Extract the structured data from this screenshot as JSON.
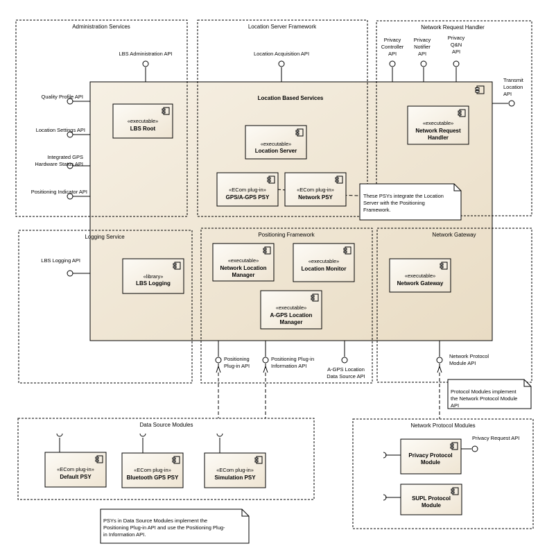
{
  "packages": {
    "admin": "Administration Services",
    "lsf": "Location Server Framework",
    "nrh": "Network Request Handler",
    "logging": "Logging Service",
    "posfw": "Positioning Framework",
    "netgw": "Network Gateway",
    "dsm": "Data Source Modules",
    "npm": "Network Protocol Modules"
  },
  "main_component": {
    "title": "Location Based Services"
  },
  "components": {
    "lbs_root": {
      "stereotype": "«executable»",
      "name": "LBS Root"
    },
    "location_server": {
      "stereotype": "«executable»",
      "name": "Location Server"
    },
    "network_request_handler": {
      "stereotype": "«executable»",
      "name_1": "Network Request",
      "name_2": "Handler"
    },
    "gps_psy": {
      "stereotype": "«ECom plug-in»",
      "name": "GPS/A-GPS PSY"
    },
    "network_psy": {
      "stereotype": "«ECom plug-in»",
      "name": "Network PSY"
    },
    "lbs_logging": {
      "stereotype": "«library»",
      "name": "LBS Logging"
    },
    "network_location_manager": {
      "stereotype": "«executable»",
      "name_1": "Network Location",
      "name_2": "Manager"
    },
    "location_monitor": {
      "stereotype": "«executable»",
      "name": "Location Monitor"
    },
    "agps_location_manager": {
      "stereotype": "«executable»",
      "name_1": "A-GPS Location",
      "name_2": "Manager"
    },
    "network_gateway": {
      "stereotype": "«executable»",
      "name": "Network Gateway"
    },
    "default_psy": {
      "stereotype": "«ECom plug-in»",
      "name": "Default PSY"
    },
    "bluetooth_gps_psy": {
      "stereotype": "«ECom plug-in»",
      "name": "Bluetooth GPS PSY"
    },
    "simulation_psy": {
      "stereotype": "«ECom plug-in»",
      "name": "Simulation PSY"
    },
    "privacy_protocol_module": {
      "name_1": "Privacy Protocol",
      "name_2": "Module"
    },
    "supl_protocol_module": {
      "name_1": "SUPL Protocol",
      "name_2": "Module"
    }
  },
  "interfaces": {
    "lbs_admin_api": "LBS Administration API",
    "location_acquisition_api": "Location Acquisition API",
    "privacy_controller_api": [
      "Privacy",
      "Controller",
      "API"
    ],
    "privacy_notifier_api": [
      "Privacy",
      "Notifier",
      "API"
    ],
    "privacy_qn_api": [
      "Privacy",
      "Q&N",
      "API"
    ],
    "transmit_location_api": [
      "Transmit",
      "Location",
      "API"
    ],
    "quality_profile_api": "Quality Profile API",
    "location_settings_api": "Location Settings API",
    "integrated_gps_api": [
      "Integrated GPS",
      "Hardware Status API"
    ],
    "positioning_indicator_api": "Positioning Indicator API",
    "lbs_logging_api": "LBS Logging API",
    "positioning_plugin_api": [
      "Positioning",
      "Plug-in API"
    ],
    "positioning_plugin_info_api": [
      "Positioning Plug-in",
      "Information API"
    ],
    "agps_location_data_source_api": [
      "A-GPS Location",
      "Data Source API"
    ],
    "network_protocol_module_api": [
      "Network Protocol",
      "Module API"
    ],
    "privacy_request_api": "Privacy Request API"
  },
  "notes": {
    "psy_note": [
      "These PSYs integrate the Location",
      "Server with the Positioning",
      "Framework."
    ],
    "protocol_note": [
      "Protocol Modules implement",
      "the Network Protocol Module",
      "API"
    ],
    "datasource_note": [
      "PSYs in Data Source Modules implement the",
      "Positioning Plug-in API and use the Positioning Plug-",
      "in Information API."
    ]
  }
}
